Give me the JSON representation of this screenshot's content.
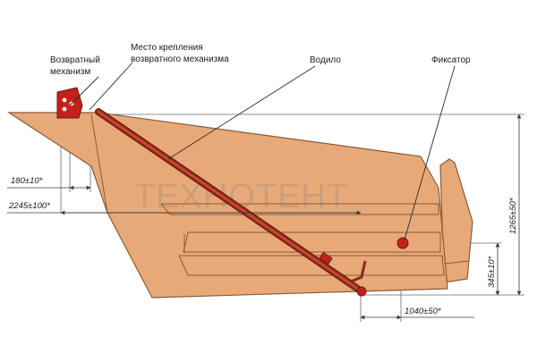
{
  "diagram": {
    "labels": {
      "return_mechanism": [
        "Возвратный",
        "механизм"
      ],
      "mount_point": [
        "Место крепления",
        "возвратного механизма"
      ],
      "carrier": "Водило",
      "latch": "Фиксатор"
    },
    "dimensions": {
      "d180": "180±10*",
      "d2245": "2245±100*",
      "d1265": "1265±50*",
      "d345": "345±10*",
      "d1040": "1040±50*"
    },
    "watermark": "ТЕХНОТЕНТ",
    "colors": {
      "body_fill": "#e8a978",
      "body_stroke": "#8a5a38",
      "mechanism_red": "#c4201a",
      "rod_dark": "#8a2a1a",
      "dim_line": "#3a3a3a",
      "leader": "#2a2a2a"
    }
  }
}
